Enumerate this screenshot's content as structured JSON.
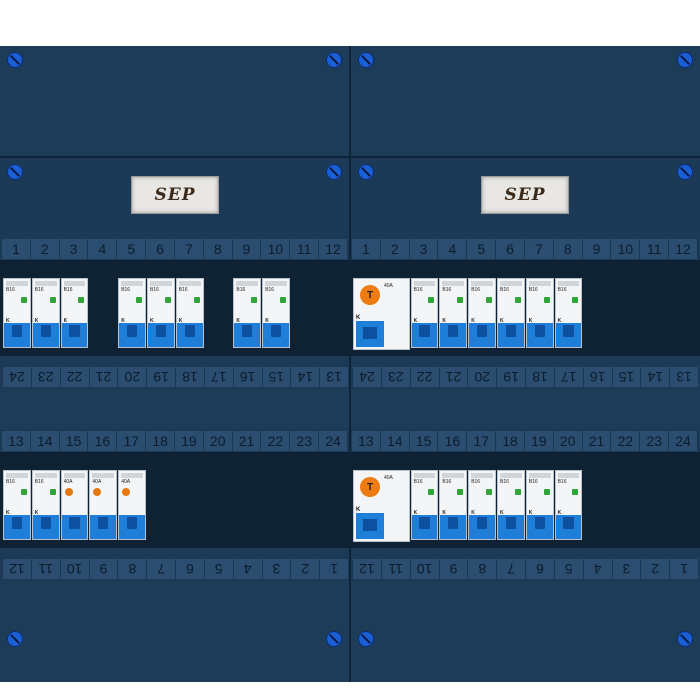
{
  "logos": {
    "left": "SEP",
    "right": "SEP"
  },
  "numbers": {
    "row1_left": [
      "1",
      "2",
      "3",
      "4",
      "5",
      "6",
      "7",
      "8",
      "9",
      "10",
      "11",
      "12"
    ],
    "row1_right": [
      "1",
      "2",
      "3",
      "4",
      "5",
      "6",
      "7",
      "8",
      "9",
      "10",
      "11",
      "12"
    ],
    "row2_left": [
      "13",
      "14",
      "15",
      "16",
      "17",
      "18",
      "19",
      "20",
      "21",
      "22",
      "23",
      "24"
    ],
    "row2_right": [
      "13",
      "14",
      "15",
      "16",
      "17",
      "18",
      "19",
      "20",
      "21",
      "22",
      "23",
      "24"
    ],
    "row3_left": [
      "13",
      "14",
      "15",
      "16",
      "17",
      "18",
      "19",
      "20",
      "21",
      "22",
      "23",
      "24"
    ],
    "row3_right": [
      "13",
      "14",
      "15",
      "16",
      "17",
      "18",
      "19",
      "20",
      "21",
      "22",
      "23",
      "24"
    ],
    "row4_left": [
      "1",
      "2",
      "3",
      "4",
      "5",
      "6",
      "7",
      "8",
      "9",
      "10",
      "11",
      "12"
    ],
    "row4_right": [
      "1",
      "2",
      "3",
      "4",
      "5",
      "6",
      "7",
      "8",
      "9",
      "10",
      "11",
      "12"
    ]
  },
  "breakers": {
    "mcb_rating": "B16",
    "mcb_brand": "K",
    "rcd_test": "T",
    "rcd_rating": "40A",
    "rcd_type": "RCD"
  }
}
